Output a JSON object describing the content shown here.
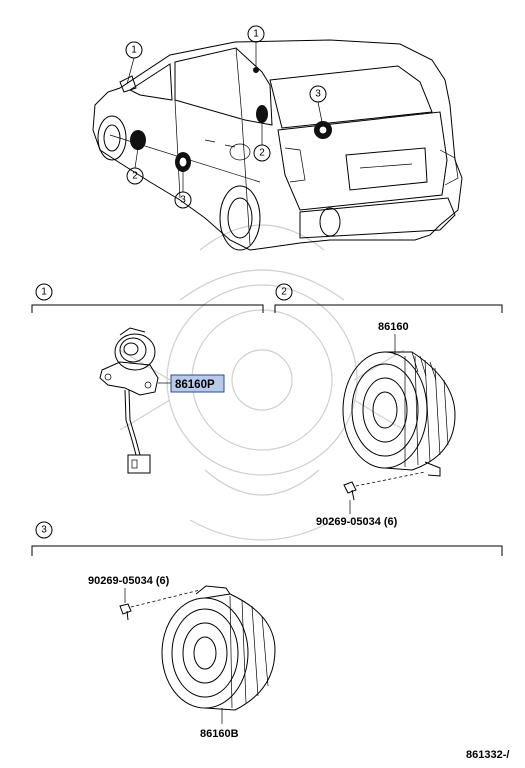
{
  "callouts": {
    "c1": "1",
    "c2": "2",
    "c3": "3"
  },
  "sections": {
    "s1": "1",
    "s2": "2",
    "s3": "3"
  },
  "parts": {
    "p86160P": "86160P",
    "p86160": "86160",
    "p90269a": "90269-05034 (6)",
    "p90269b": "90269-05034 (6)",
    "p86160B": "86160B"
  },
  "footer": {
    "code": "861332-/"
  },
  "colors": {
    "highlight_box": "#b9c9ea",
    "highlight_border": "#2b4a9a",
    "watermark": "#cfcfcf"
  }
}
